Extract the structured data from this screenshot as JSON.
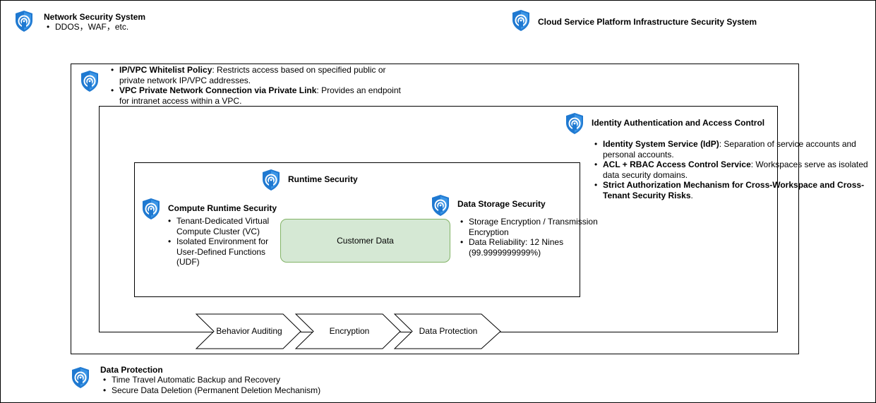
{
  "network": {
    "title": "Network Security System",
    "items": [
      "DDOS，WAF，etc."
    ]
  },
  "cloud": {
    "title": "Cloud Service Platform Infrastructure Security System"
  },
  "whitelist": {
    "item1_bold": "IP/VPC Whitelist Policy",
    "item1_text": ": Restricts access based on specified public or private network IP/VPC addresses.",
    "item2_bold": "VPC Private Network Connection via Private Link",
    "item2_text": ": Provides an endpoint for intranet access within a VPC."
  },
  "identity": {
    "title": "Identity Authentication and Access Control",
    "item1_bold": "Identity System Service (IdP)",
    "item1_text": ": Separation of service accounts and personal accounts.",
    "item2_bold": "ACL + RBAC Access Control Service",
    "item2_text": ": Workspaces serve as isolated data security domains.",
    "item3_bold": "Strict Authorization Mechanism for Cross-Workspace and Cross-Tenant Security Risks",
    "item3_text": "."
  },
  "runtime": {
    "title": "Runtime Security"
  },
  "compute": {
    "title": "Compute Runtime Security",
    "items": [
      "Tenant-Dedicated Virtual Compute Cluster (VC)",
      "Isolated Environment for User-Defined Functions (UDF)"
    ]
  },
  "storage": {
    "title": "Data Storage Security",
    "items": [
      "Storage Encryption / Transmission Encryption",
      "Data Reliability: 12 Nines (99.9999999999%)"
    ]
  },
  "customer_data": "Customer Data",
  "process": [
    "Behavior Auditing",
    "Encryption",
    "Data Protection"
  ],
  "protection": {
    "title": "Data Protection",
    "items": [
      "Time Travel Automatic Backup and Recovery",
      "Secure Data Deletion (Permanent Deletion Mechanism)"
    ]
  },
  "colors": {
    "shield": "#1f79d1",
    "customer_fill": "#d5e8d4",
    "customer_stroke": "#82b366"
  }
}
